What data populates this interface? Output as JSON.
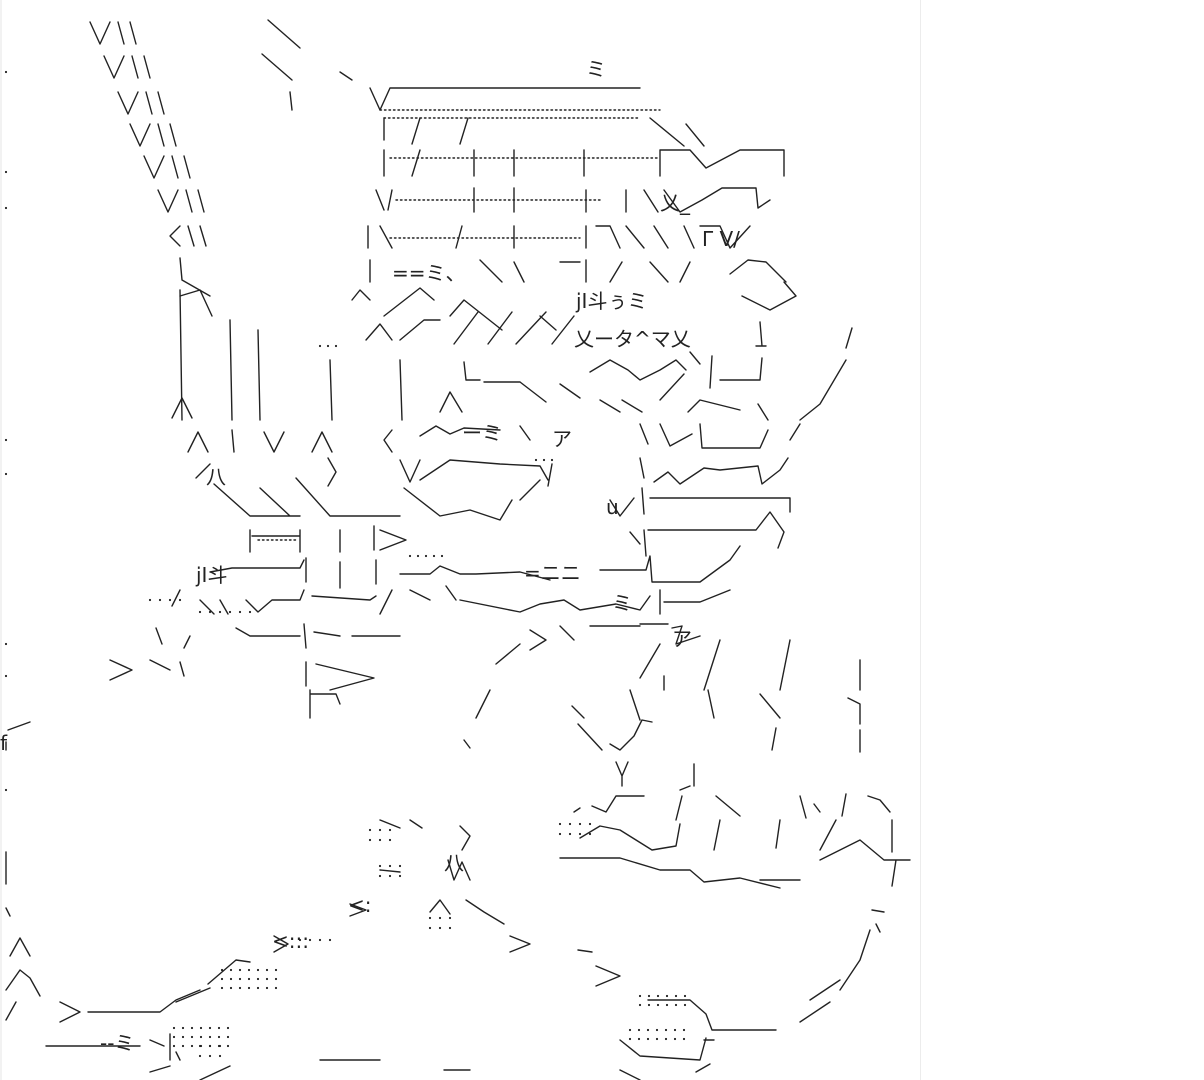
{
  "artwork": {
    "kind": "ascii-text-art",
    "ink_color": "#222222",
    "background_color": "#ffffff",
    "text_fragments": [
      "V//",
      "V//",
      "V//",
      "V//",
      "V//",
      "V//:",
      "<//",
      "ミ",
      "==ミ、",
      "jI斗ぅミ",
      "乂ータ^マ乂",
      "乂_",
      "Γ V/",
      "jI斗",
      "=ニニ",
      "ミ",
      "ア",
      "ア",
      "八",
      "八",
      "u",
      "Y",
      "j",
      "f",
      "--ミ",
      "ーミ",
      "=ー",
      "<:",
      "<:::",
      ">",
      "Γ"
    ]
  }
}
